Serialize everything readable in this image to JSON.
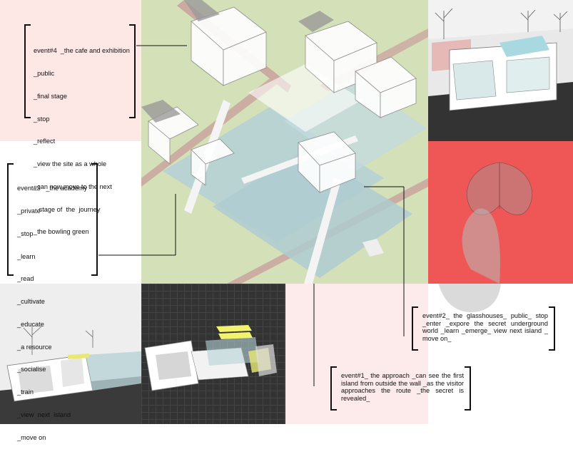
{
  "colors": {
    "pink_panel": "#fde8e6",
    "light_pink_panel": "#fdebeb",
    "grass_green": "#d4e0b8",
    "red_panel": "#ef5757",
    "dark_panel": "#333333",
    "glass": "#b6d2d6",
    "wall": "#c9a09c"
  },
  "annotations": {
    "event4": {
      "title": "event#4  _the cafe and exhibition",
      "lines": [
        "_public",
        "_final stage",
        "_stop",
        "_reflect",
        "_view the site as a whole",
        "_can now move to the next",
        "   stage of  the  journey",
        "_the bowling green"
      ]
    },
    "event3": {
      "title": "event#3   _the academy",
      "lines": [
        "_private",
        "_stop",
        "_learn",
        "_read",
        "_cultivate",
        "_educate",
        "_a resource",
        "_socialise",
        "_train",
        "_view  next  island",
        "_move on"
      ]
    },
    "event2": {
      "text": "event#2_      the glasshouses_  public_ stop    _enter        _expore the secret underground world  _learn _emerge_ view next island _    move  on_"
    },
    "event1": {
      "text": "event#1_     the  approach  _can  see  the first island  from  outside the wall  _as the visitor approaches the route    _the  secret is  revealed_"
    }
  },
  "icons": [
    "leaf-icon",
    "tree-icon"
  ]
}
